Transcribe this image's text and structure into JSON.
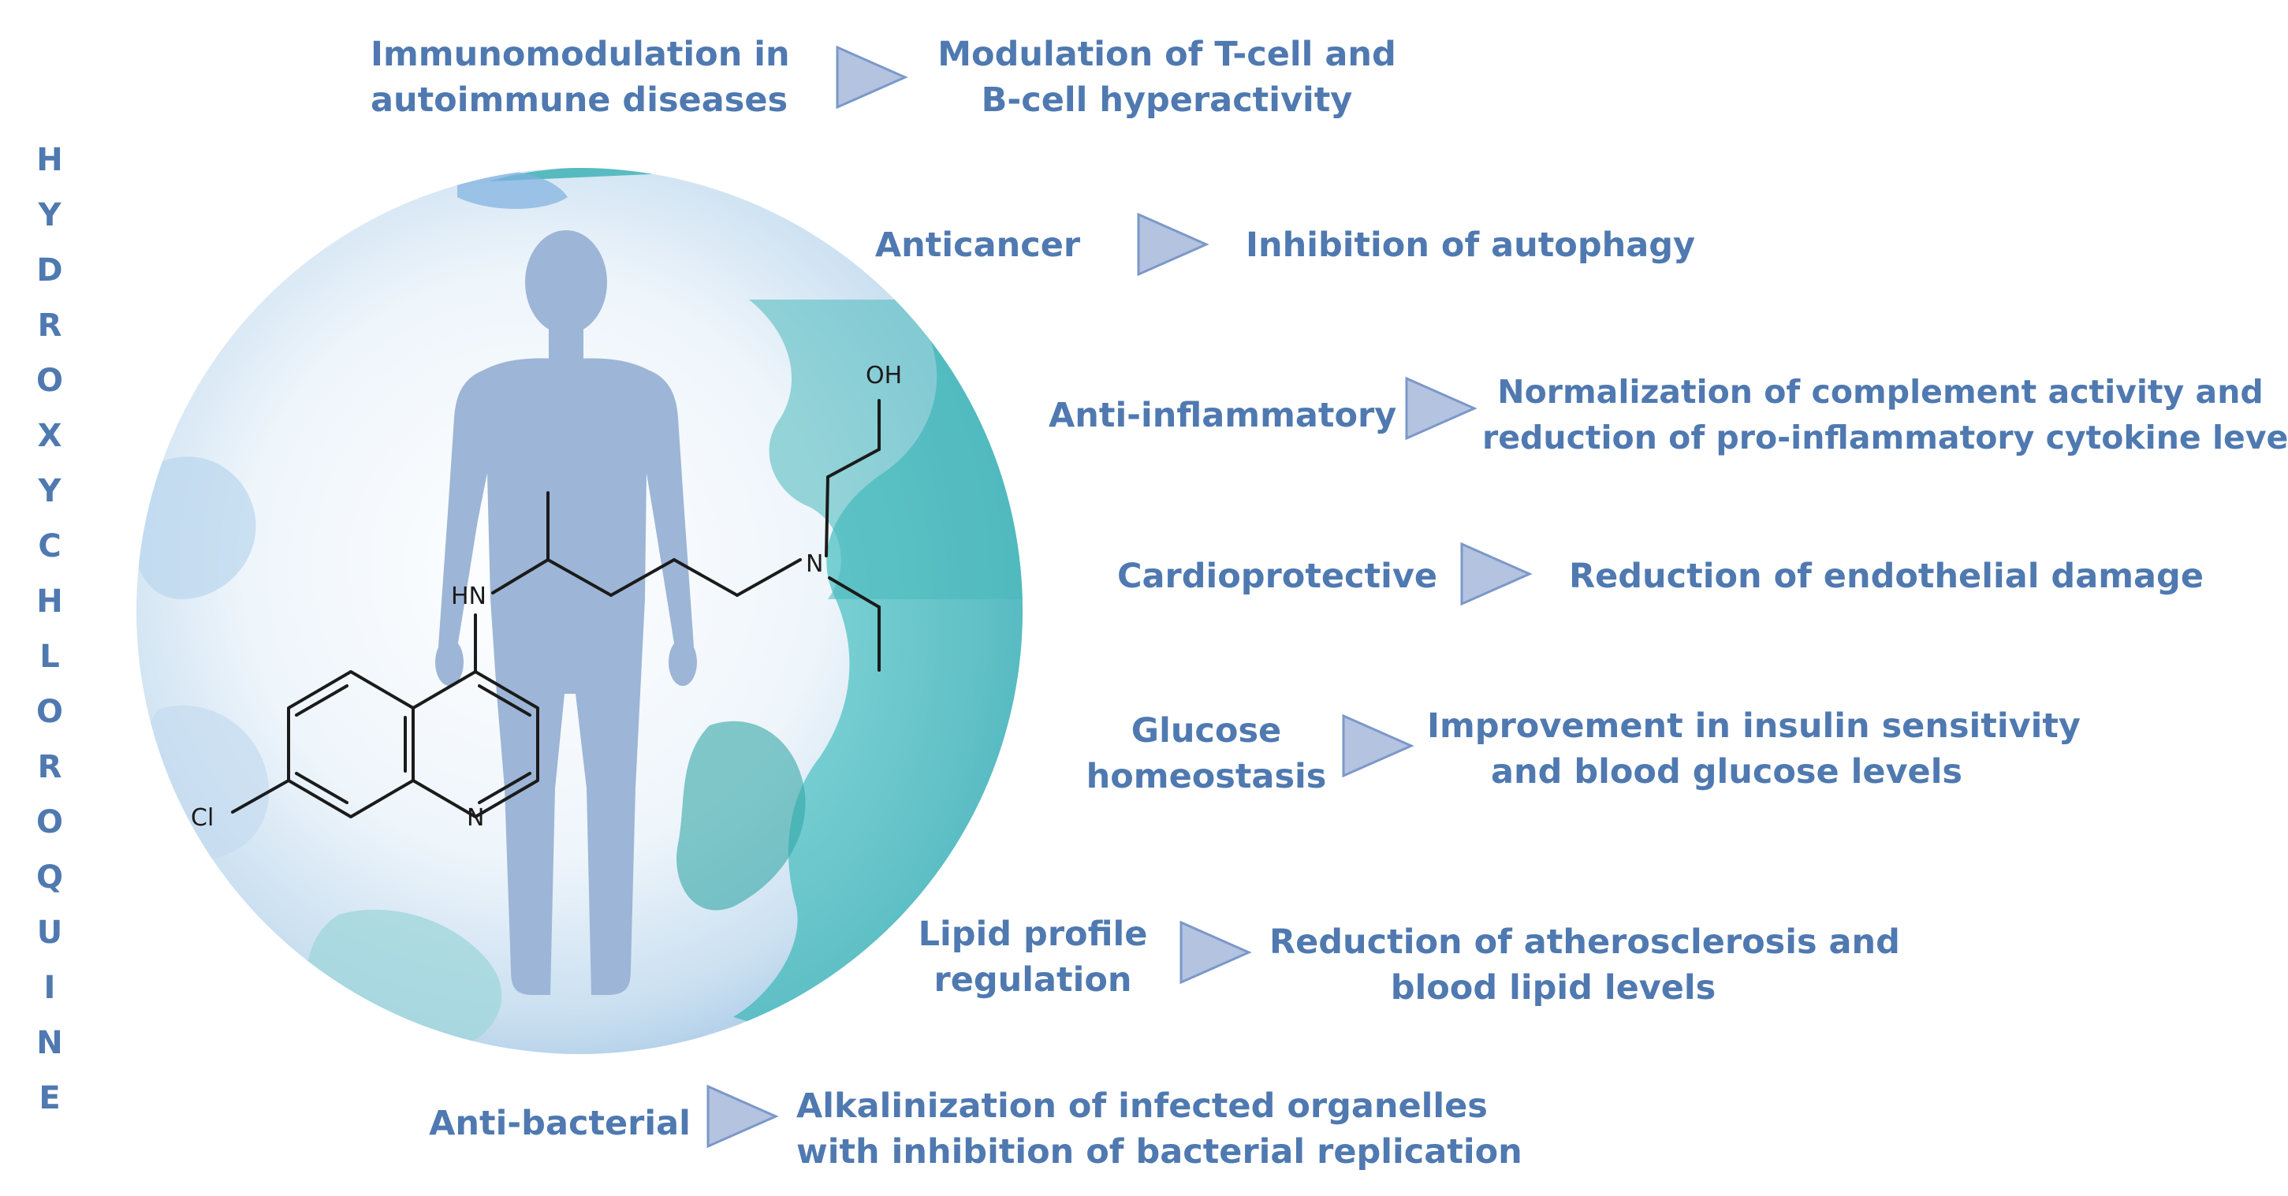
{
  "title_letters": [
    "H",
    "Y",
    "D",
    "R",
    "O",
    "X",
    "Y",
    "C",
    "H",
    "L",
    "O",
    "R",
    "O",
    "Q",
    "U",
    "I",
    "N",
    "E"
  ],
  "molecule": {
    "oh_label": "OH",
    "hn_label": "HN",
    "n_amine_label": "N",
    "n_ring_label": "N",
    "cl_label": "Cl"
  },
  "effects": [
    {
      "property": [
        "Immunomodulation in",
        "autoimmune diseases"
      ],
      "mechanism": [
        "Modulation of T-cell and",
        "B-cell hyperactivity"
      ]
    },
    {
      "property": [
        "Anticancer"
      ],
      "mechanism": [
        "Inhibition of autophagy"
      ]
    },
    {
      "property": [
        "Anti-inflammatory"
      ],
      "mechanism": [
        "Normalization of complement activity and",
        "reduction of pro-inflammatory cytokine levels"
      ]
    },
    {
      "property": [
        "Cardioprotective"
      ],
      "mechanism": [
        "Reduction of endothelial damage"
      ]
    },
    {
      "property": [
        "Glucose",
        "homeostasis"
      ],
      "mechanism": [
        "Improvement in insulin sensitivity",
        "and blood glucose levels"
      ]
    },
    {
      "property": [
        "Lipid profile",
        "regulation"
      ],
      "mechanism": [
        "Reduction of atherosclerosis and",
        "blood lipid levels"
      ]
    },
    {
      "property": [
        "Anti-bacterial"
      ],
      "mechanism": [
        "Alkalinization of infected organelles",
        "with inhibition of bacterial replication"
      ]
    }
  ],
  "colors": {
    "text": "#4f79b0",
    "arrow_fill": "#b3c3e0",
    "arrow_stroke": "#7b98c8",
    "figure": "#9db5d6",
    "teal": "#5cc2c6",
    "bond": "#1b1b1b"
  }
}
